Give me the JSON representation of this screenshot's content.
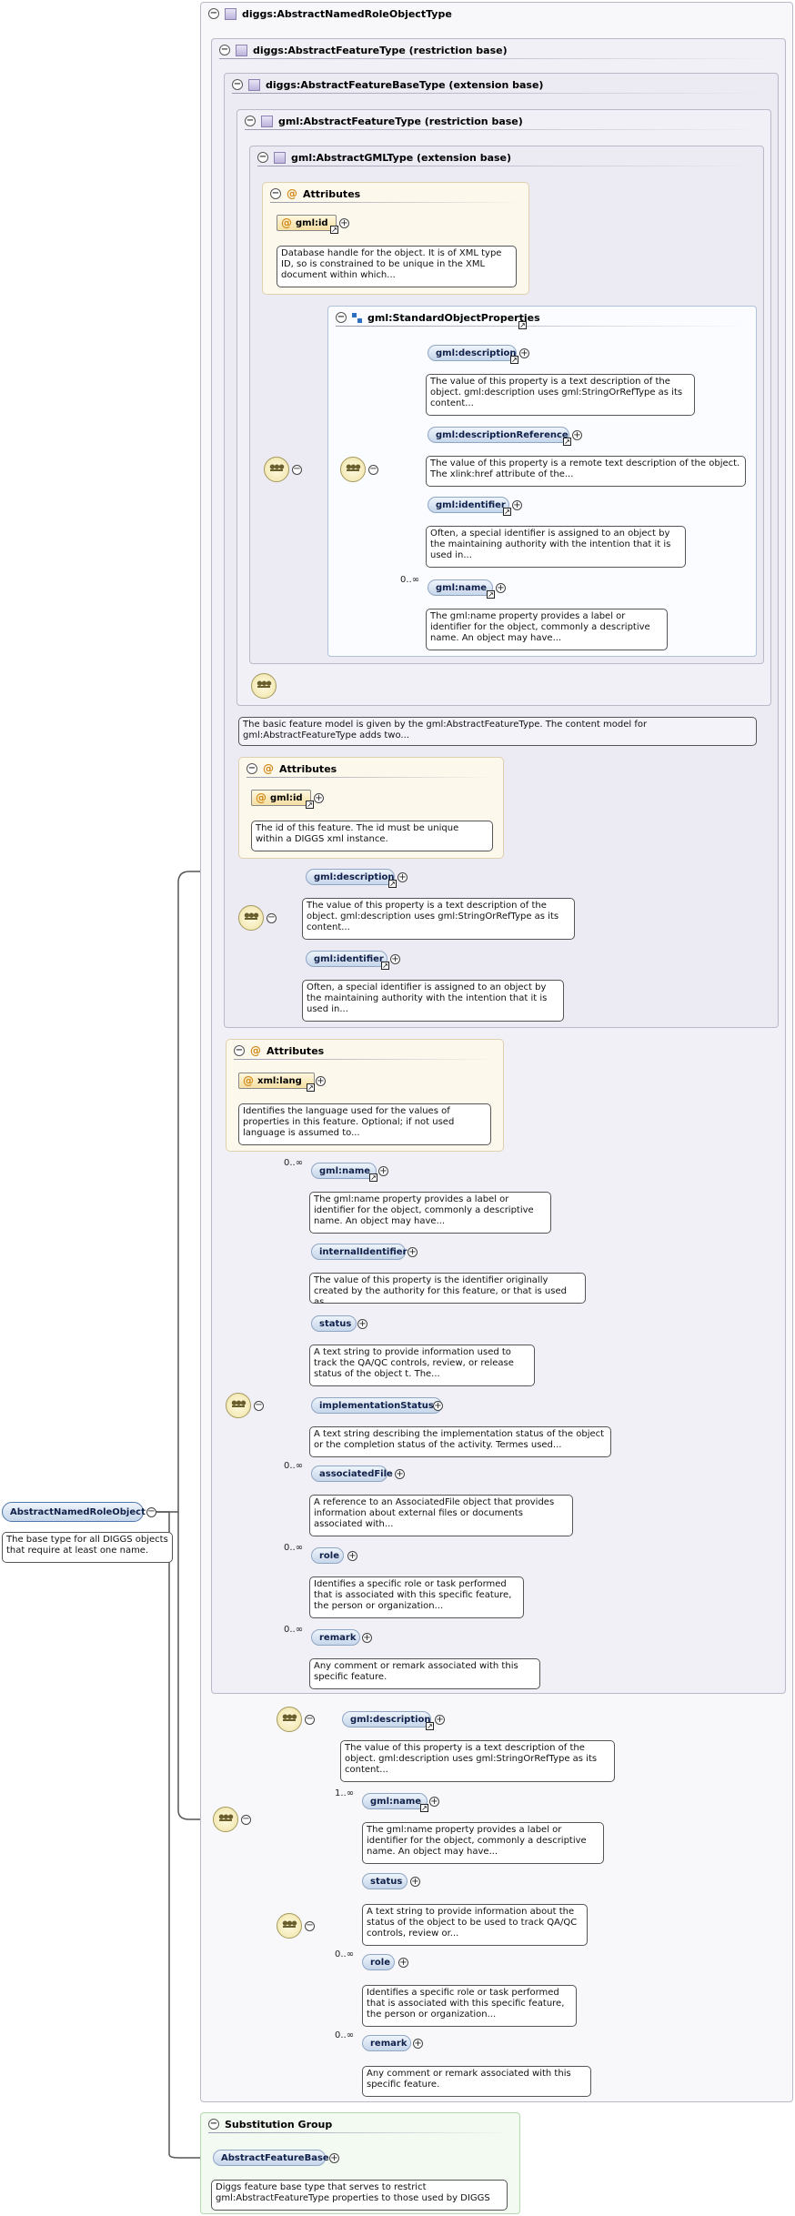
{
  "types": {
    "abstractNamedRoleObjectType": "diggs:AbstractNamedRoleObjectType",
    "abstractFeatureType": "diggs:AbstractFeatureType (restriction base)",
    "abstractFeatureBaseType": "diggs:AbstractFeatureBaseType (extension base)",
    "gmlAbstractFeatureType": "gml:AbstractFeatureType (restriction base)",
    "gmlAbstractGMLType": "gml:AbstractGMLType (extension base)",
    "standardObjectProperties": "gml:StandardObjectProperties",
    "substitutionGroup": "Substitution Group"
  },
  "labels": {
    "attributes": "Attributes"
  },
  "root": {
    "name": "AbstractNamedRoleObject",
    "doc": "The base type for all DIGGS objects that require at least one name."
  },
  "gmlType": {
    "attr_name": "gml:id",
    "attr_doc": "Database handle for the object. It is of XML type ID, so is constrained to be unique in the XML document within which...",
    "elements": [
      {
        "name": "gml:description",
        "doc": "The value of this property is a text description of the object. gml:description uses gml:StringOrRefType as its content..."
      },
      {
        "name": "gml:descriptionReference",
        "doc": "The value of this property is a remote text description of the object. The xlink:href attribute of the..."
      },
      {
        "name": "gml:identifier",
        "doc": "Often, a special identifier is assigned to an object by the maintaining authority with the intention that it is used in..."
      },
      {
        "name": "gml:name",
        "card": "0..∞",
        "doc": "The gml:name property provides a label or identifier for the object, commonly a descriptive name. An object may have..."
      }
    ]
  },
  "gmlFeature": {
    "doc": "The basic feature model is given by the gml:AbstractFeatureType. The content model for gml:AbstractFeatureType adds two..."
  },
  "featureBase": {
    "attr_name": "gml:id",
    "attr_doc": "The id of this feature. The id must be unique within a DIGGS xml instance.",
    "elements": [
      {
        "name": "gml:description",
        "doc": "The value of this property is a text description of the object. gml:description uses gml:StringOrRefType as its content..."
      },
      {
        "name": "gml:identifier",
        "doc": "Often, a special identifier is assigned to an object by the maintaining authority with the intention that it is used in..."
      }
    ]
  },
  "feature": {
    "attr_name": "xml:lang",
    "attr_doc": "Identifies the language used for the values of properties in this feature. Optional; if not used language is assumed to...",
    "elements": [
      {
        "name": "gml:name",
        "card": "0..∞",
        "doc": "The gml:name property provides a label or identifier for the object, commonly a descriptive name. An object may have..."
      },
      {
        "name": "internalIdentifier",
        "card": "",
        "doc": "The value of this property is the identifier originally created by the authority for this feature, or that is used as..."
      },
      {
        "name": "status",
        "card": "",
        "doc": "A text string to provide information used to track the QA/QC controls, review, or release status of the object t. The..."
      },
      {
        "name": "implementationStatus",
        "card": "",
        "doc": "A text string describing the implementation status of the object or the completion status of the activity. Termes used..."
      },
      {
        "name": "associatedFile",
        "card": "0..∞",
        "doc": "A reference to an AssociatedFile object that provides information about external files or documents associated with..."
      },
      {
        "name": "role",
        "card": "0..∞",
        "doc": "Identifies a specific role or task performed that is associated with this specific feature, the person or organization..."
      },
      {
        "name": "remark",
        "card": "0..∞",
        "doc": "Any comment or remark associated with this specific feature."
      }
    ]
  },
  "named": {
    "description": {
      "name": "gml:description",
      "doc": "The value of this property is a text description of the object. gml:description uses gml:StringOrRefType as its content..."
    },
    "elements": [
      {
        "name": "gml:name",
        "card": "1..∞",
        "doc": "The gml:name property provides a label or identifier for the object, commonly a descriptive name. An object may have..."
      },
      {
        "name": "status",
        "card": "",
        "doc": "A text string to provide information about the status of the object to be used to track QA/QC controls, review or..."
      },
      {
        "name": "role",
        "card": "0..∞",
        "doc": "Identifies a specific role or task performed that is associated with this specific feature, the person or organization..."
      },
      {
        "name": "remark",
        "card": "0..∞",
        "doc": "Any comment or remark associated with this specific feature."
      }
    ]
  },
  "substitution": {
    "name": "AbstractFeatureBase",
    "doc": "Diggs feature base type that serves to restrict gml:AbstractFeatureType properties to those used by DIGGS"
  }
}
